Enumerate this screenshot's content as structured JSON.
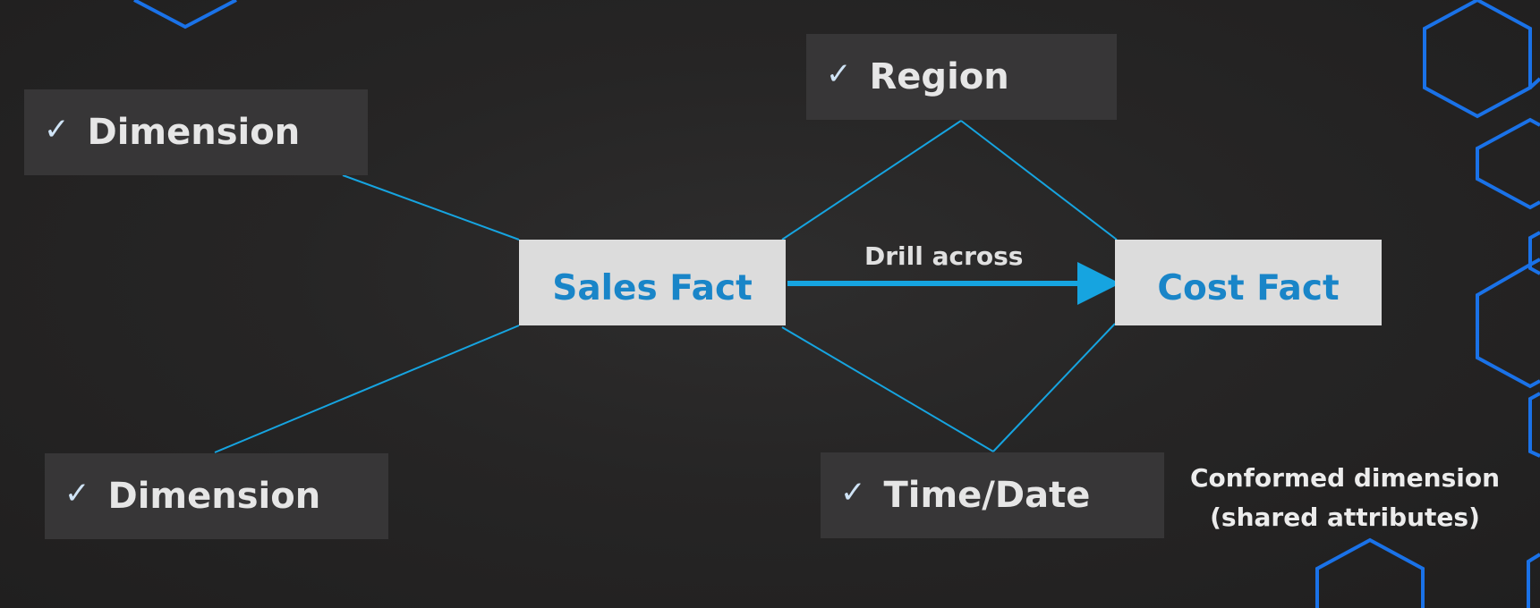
{
  "diagram": {
    "dimensions": [
      {
        "id": "dim-top-left",
        "label": "Dimension",
        "check": "✓"
      },
      {
        "id": "dim-bottom-left",
        "label": "Dimension",
        "check": "✓"
      },
      {
        "id": "dim-region",
        "label": "Region",
        "check": "✓"
      },
      {
        "id": "dim-time",
        "label": "Time/Date",
        "check": "✓"
      }
    ],
    "facts": {
      "sales": "Sales Fact",
      "cost": "Cost Fact"
    },
    "edge_label": "Drill across",
    "note": {
      "line1": "Conformed dimension",
      "line2": "(shared attributes)"
    }
  },
  "colors": {
    "background": "#262525",
    "dimension_box": "#373637",
    "fact_box": "#dcdcdc",
    "fact_text": "#1985c8",
    "connector": "#16a4e0",
    "hexagon": "#1a72e8"
  },
  "icons": {
    "check": "check-icon",
    "hexagon": "hexagon-outline-icon",
    "arrow": "arrow-right-icon"
  }
}
